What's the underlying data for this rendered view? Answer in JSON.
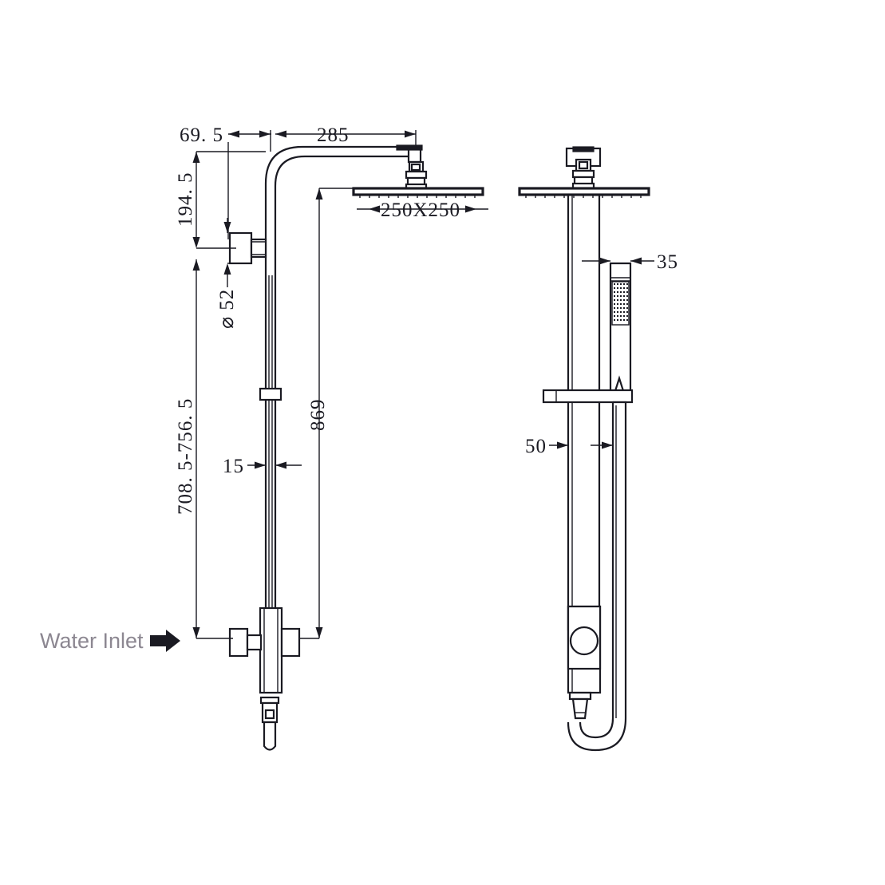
{
  "document": {
    "type": "technical-drawing",
    "subject": "Shower rail column with overhead rain shower and handheld shower",
    "background_color": "#ffffff",
    "line_color": "#1a1a22",
    "annotation_color": "#8c8791"
  },
  "annotations": {
    "water_inlet_label": "Water Inlet",
    "water_inlet_arrow": "right-arrow-icon"
  },
  "views": {
    "front": {
      "name": "front-elevation"
    },
    "side": {
      "name": "side-elevation"
    }
  },
  "dimensions": {
    "offset_to_wall": "69. 5",
    "arm_reach": "285",
    "head_drop": "194. 5",
    "flange_diameter": "⌀ 52",
    "head_size": "250X250",
    "rail_height_range": "708. 5-756. 5",
    "total_height": "869",
    "rail_width": "15",
    "handheld_width": "35",
    "hose_offset": "50"
  },
  "dimension_list": [
    {
      "label": "69. 5",
      "orientation": "horizontal",
      "view": "front"
    },
    {
      "label": "285",
      "orientation": "horizontal",
      "view": "front"
    },
    {
      "label": "194. 5",
      "orientation": "vertical",
      "view": "front"
    },
    {
      "label": "⌀ 52",
      "orientation": "vertical",
      "view": "front"
    },
    {
      "label": "250X250",
      "orientation": "horizontal",
      "view": "front"
    },
    {
      "label": "708. 5-756. 5",
      "orientation": "vertical",
      "view": "front"
    },
    {
      "label": "869",
      "orientation": "vertical",
      "view": "front"
    },
    {
      "label": "15",
      "orientation": "horizontal",
      "view": "front"
    },
    {
      "label": "35",
      "orientation": "horizontal",
      "view": "side"
    },
    {
      "label": "50",
      "orientation": "horizontal",
      "view": "side"
    }
  ]
}
